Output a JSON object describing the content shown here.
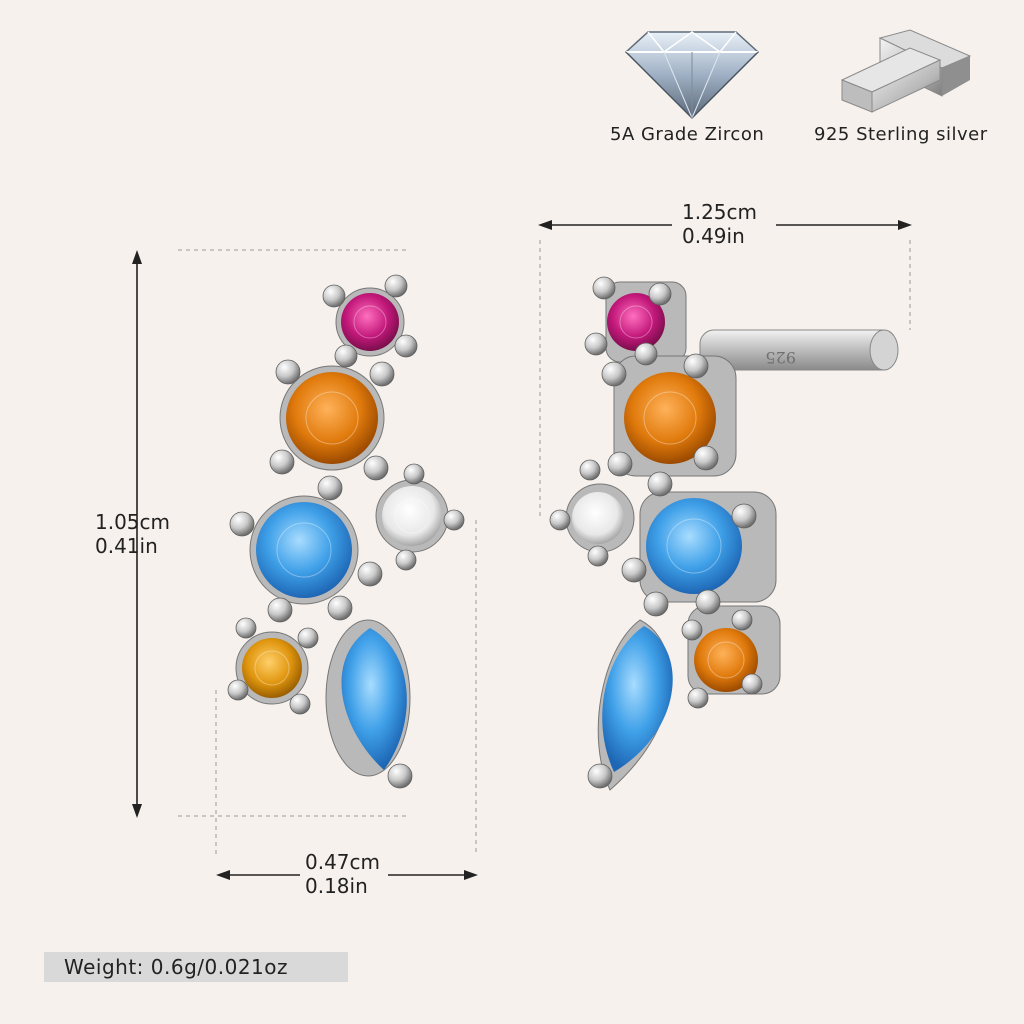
{
  "features": [
    {
      "label": "5A Grade Zircon",
      "icon": "diamond-icon"
    },
    {
      "label": "925 Sterling silver",
      "icon": "silver-bar-icon"
    }
  ],
  "dimensions": {
    "height_cm": "1.05cm",
    "height_in": "0.41in",
    "width_cm": "0.47cm",
    "width_in": "0.18in",
    "length_cm": "1.25cm",
    "length_in": "0.49in"
  },
  "weight": "Weight: 0.6g/0.021oz",
  "post_marking": "925",
  "colors": {
    "background": "#f6f1ec",
    "pink_stone": "#c2187a",
    "orange_stone": "#e07a0c",
    "blue_stone": "#3fa0e8",
    "clear_stone": "#f2f2f2",
    "silver": "#c9c9c9"
  }
}
